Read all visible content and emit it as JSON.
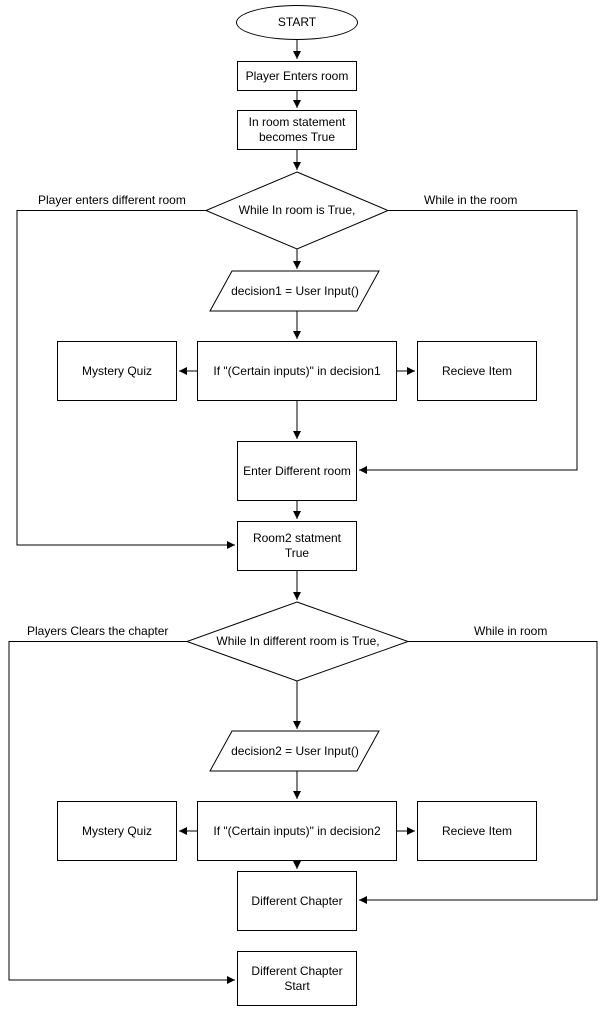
{
  "flowchart": {
    "nodes": {
      "start": {
        "label": "START",
        "shape": "oval"
      },
      "player_enters_room": {
        "label": "Player Enters room",
        "shape": "rect"
      },
      "in_room_statement": {
        "label": "In room statement becomes True",
        "shape": "rect"
      },
      "while_in_room_decision": {
        "label": "While In room is True,",
        "shape": "diamond"
      },
      "decision1_input": {
        "label": "decision1 = User Input()",
        "shape": "parallelogram"
      },
      "mystery_quiz_1": {
        "label": "Mystery Quiz",
        "shape": "rect"
      },
      "if_decision1": {
        "label": "If \"(Certain inputs)\" in decision1",
        "shape": "rect"
      },
      "recieve_item_1": {
        "label": "Recieve Item",
        "shape": "rect"
      },
      "enter_different_room": {
        "label": "Enter Different room",
        "shape": "rect"
      },
      "room2_statement": {
        "label": "Room2 statment True",
        "shape": "rect"
      },
      "while_in_different_room_decision": {
        "label": "While In different room is True,",
        "shape": "diamond"
      },
      "decision2_input": {
        "label": "decision2 = User Input()",
        "shape": "parallelogram"
      },
      "mystery_quiz_2": {
        "label": "Mystery Quiz",
        "shape": "rect"
      },
      "if_decision2": {
        "label": "If \"(Certain inputs)\" in decision2",
        "shape": "rect"
      },
      "recieve_item_2": {
        "label": "Recieve Item",
        "shape": "rect"
      },
      "different_chapter": {
        "label": "Different Chapter",
        "shape": "rect"
      },
      "different_chapter_start": {
        "label": "Different Chapter Start",
        "shape": "rect"
      }
    },
    "edge_labels": {
      "player_enters_different_room": "Player enters different room",
      "while_in_the_room": "While in the room",
      "players_clears_the_chapter": "Players Clears the chapter",
      "while_in_room": "While in room"
    },
    "colors": {
      "stroke": "#000000",
      "fill": "#ffffff",
      "text": "#000000"
    }
  }
}
